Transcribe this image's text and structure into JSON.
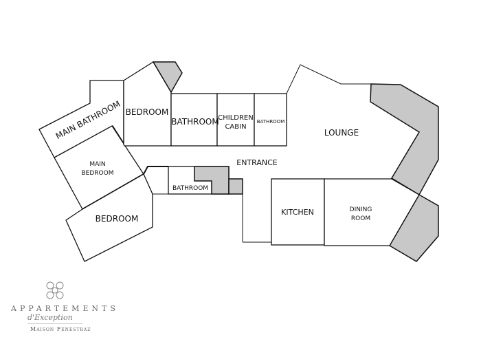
{
  "floorplan": {
    "rooms": [
      {
        "id": "main-bathroom",
        "label": "MAIN BATHROOM"
      },
      {
        "id": "bedroom-top",
        "label": "BEDROOM"
      },
      {
        "id": "bathroom-top",
        "label": "BATHROOM"
      },
      {
        "id": "children-cabin",
        "label_line1": "CHILDREN",
        "label_line2": "CABIN"
      },
      {
        "id": "bathroom-small",
        "label": "BATHROOM"
      },
      {
        "id": "lounge",
        "label": "LOUNGE"
      },
      {
        "id": "main-bedroom",
        "label_line1": "MAIN",
        "label_line2": "BEDROOM"
      },
      {
        "id": "entrance",
        "label": "ENTRANCE"
      },
      {
        "id": "bathroom-lower",
        "label": "BATHROOM"
      },
      {
        "id": "bedroom-lower",
        "label": "BEDROOM"
      },
      {
        "id": "kitchen",
        "label": "KITCHEN"
      },
      {
        "id": "dining-room",
        "label_line1": "DINING",
        "label_line2": "ROOM"
      }
    ],
    "colors": {
      "wall": "#111111",
      "terrace": "#c8c8c8",
      "background": "#ffffff"
    }
  },
  "logo": {
    "title": "APPARTEMENTS",
    "subtitle": "d'Exception",
    "maison": "Maison Fenestraz"
  }
}
